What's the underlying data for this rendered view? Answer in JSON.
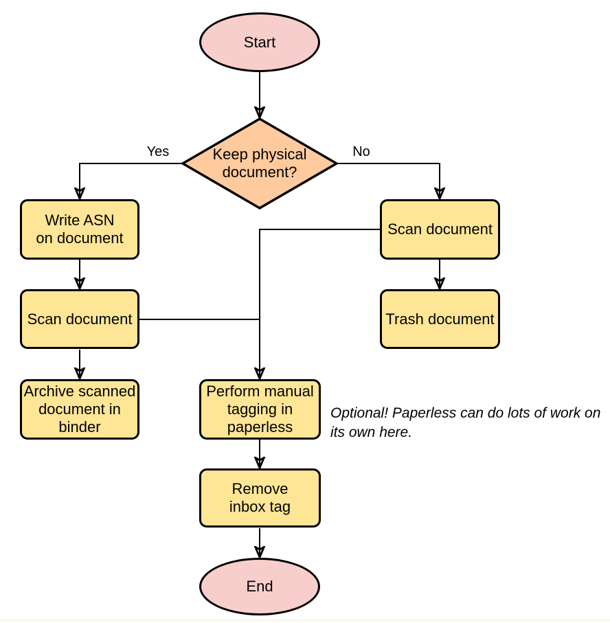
{
  "diagram": {
    "type": "flowchart",
    "nodes": {
      "start": {
        "shape": "terminator",
        "label": "Start",
        "lines": [
          "Start"
        ]
      },
      "decision_keep_physical": {
        "shape": "decision",
        "label": "Keep physical document?",
        "lines": [
          "Keep physical",
          "document?"
        ]
      },
      "write_asn": {
        "shape": "process",
        "label": "Write ASN on document",
        "lines": [
          "Write ASN",
          "on document"
        ]
      },
      "scan_document_left": {
        "shape": "process",
        "label": "Scan document",
        "lines": [
          "Scan document"
        ]
      },
      "archive_document": {
        "shape": "process",
        "label": "Archive scanned document in binder",
        "lines": [
          "Archive scanned",
          "document in",
          "binder"
        ]
      },
      "scan_document_right": {
        "shape": "process",
        "label": "Scan document",
        "lines": [
          "Scan document"
        ]
      },
      "trash_document": {
        "shape": "process",
        "label": "Trash document",
        "lines": [
          "Trash document"
        ]
      },
      "manual_tagging": {
        "shape": "process",
        "label": "Perform manual tagging in paperless",
        "lines": [
          "Perform manual",
          "tagging in",
          "paperless"
        ]
      },
      "remove_inbox_tag": {
        "shape": "process",
        "label": "Remove inbox tag",
        "lines": [
          "Remove",
          "inbox tag"
        ]
      },
      "end": {
        "shape": "terminator",
        "label": "End",
        "lines": [
          "End"
        ]
      }
    },
    "edges": [
      {
        "from": "start",
        "to": "decision_keep_physical",
        "label": ""
      },
      {
        "from": "decision_keep_physical",
        "to": "write_asn",
        "label": "Yes"
      },
      {
        "from": "decision_keep_physical",
        "to": "scan_document_right",
        "label": "No"
      },
      {
        "from": "write_asn",
        "to": "scan_document_left",
        "label": ""
      },
      {
        "from": "scan_document_left",
        "to": "archive_document",
        "label": ""
      },
      {
        "from": "scan_document_right",
        "to": "trash_document",
        "label": ""
      },
      {
        "from": "scan_document_right",
        "to": "manual_tagging",
        "label": ""
      },
      {
        "from": "scan_document_left",
        "to": "manual_tagging",
        "label": ""
      },
      {
        "from": "manual_tagging",
        "to": "remove_inbox_tag",
        "label": ""
      },
      {
        "from": "remove_inbox_tag",
        "to": "end",
        "label": ""
      }
    ],
    "note": {
      "text": "Optional! Paperless can do lots of work on its own here.",
      "lines": [
        "Optional! Paperless can do lots of work on",
        "its own here."
      ]
    },
    "colors": {
      "terminator_fill": "#f8cecc",
      "decision_fill": "#ffcb9e",
      "process_fill": "#ffe696",
      "stroke_color": "#000000"
    }
  }
}
